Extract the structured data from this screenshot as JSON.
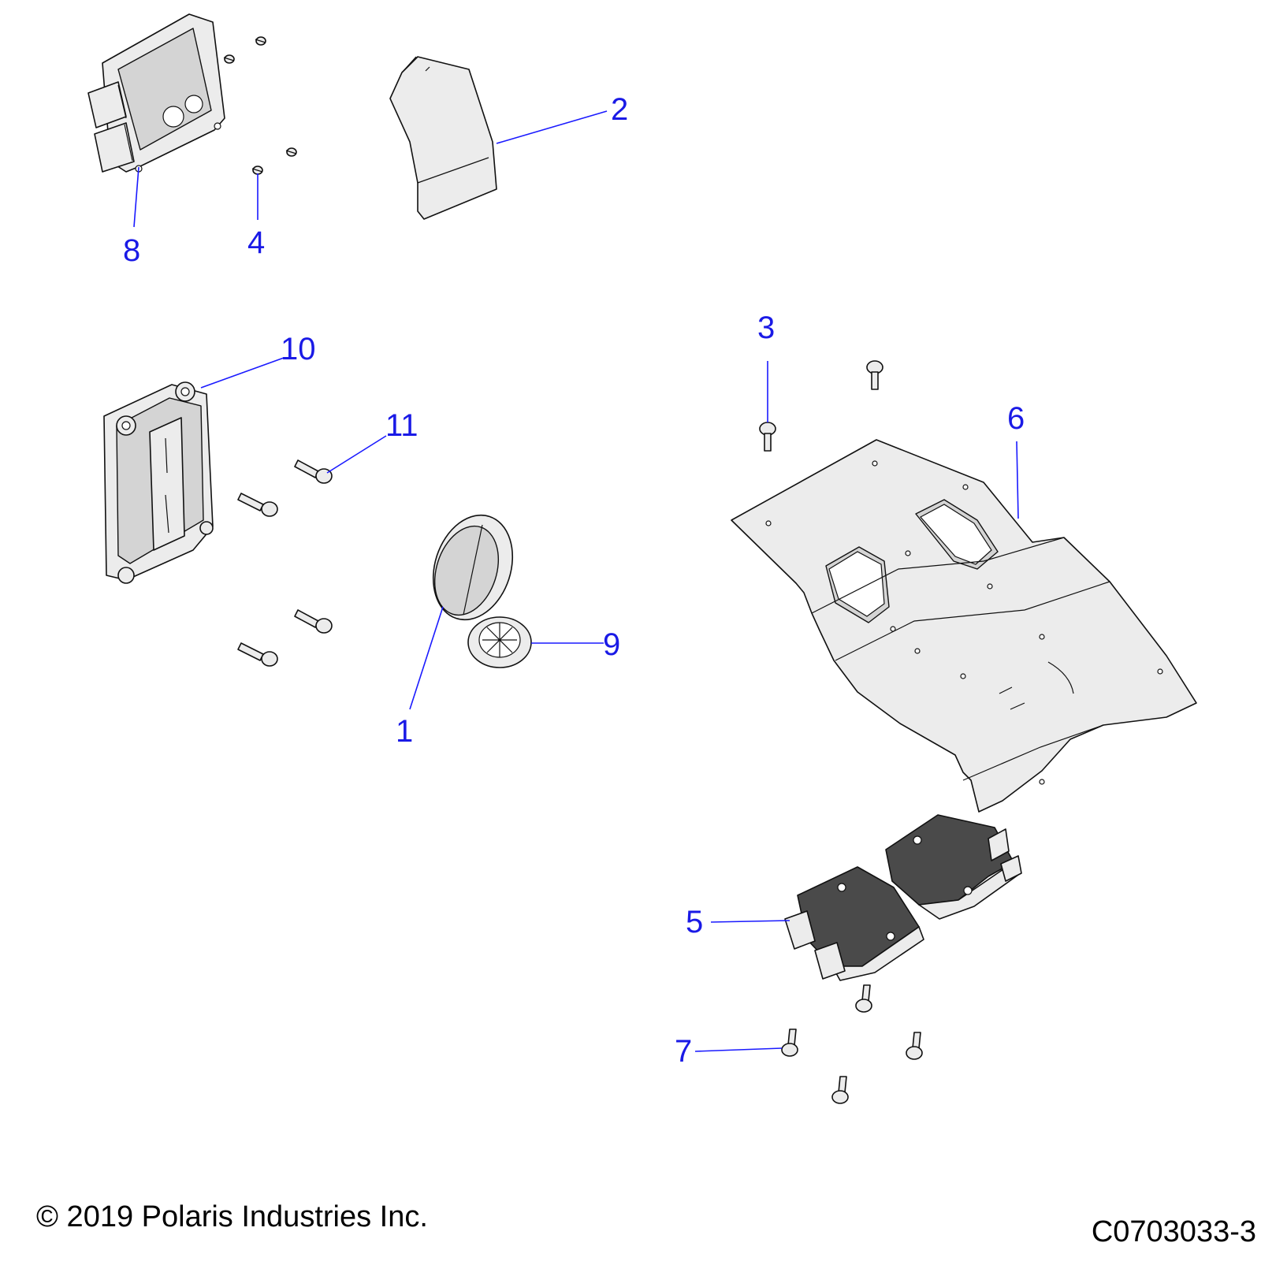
{
  "diagram": {
    "callouts": {
      "c1": "1",
      "c2": "2",
      "c3": "3",
      "c4": "4",
      "c5": "5",
      "c6": "6",
      "c7": "7",
      "c8": "8",
      "c9": "9",
      "c10": "10",
      "c11": "11"
    }
  },
  "footer": {
    "copyright": "© 2019 Polaris Industries Inc.",
    "drawing_number": "C0703033-3"
  }
}
